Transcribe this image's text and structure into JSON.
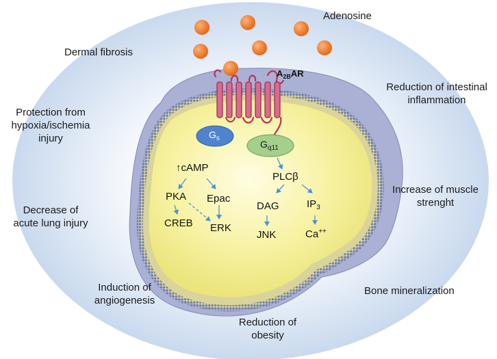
{
  "ligand": "Adenosine",
  "receptor": {
    "main": "A",
    "sub": "2B",
    "suffix": "AR"
  },
  "g_proteins": {
    "gs": {
      "main": "G",
      "sub": "s"
    },
    "gq": {
      "main": "G",
      "sub": "q11"
    }
  },
  "pathway": {
    "camp": "↑cAMP",
    "pka": "PKA",
    "epac": "Epac",
    "creb": "CREB",
    "erk": "ERK",
    "plc": "PLCβ",
    "dag": "DAG",
    "ip3": {
      "main": "IP",
      "sub": "3"
    },
    "jnk": "JNK",
    "ca": {
      "main": "Ca",
      "sup": "++"
    }
  },
  "effects": {
    "dermal_fibrosis": "Dermal fibrosis",
    "hypoxia": [
      "Protection from",
      "hypoxia/ischemia",
      "injury"
    ],
    "lung": [
      "Decrease of",
      "acute lung injury"
    ],
    "angiogenesis": [
      "Induction of",
      "angiogenesis"
    ],
    "obesity": [
      "Reduction of",
      "obesity"
    ],
    "bone": "Bone mineralization",
    "muscle": [
      "Increase of muscle",
      "strenght"
    ],
    "intestinal": [
      "Reduction of intestinal",
      "inflammation"
    ]
  },
  "colors": {
    "halo_center": "#ffffff",
    "halo_edge": "#c9d9ee",
    "cytoplasm": "#f4ef8c",
    "membrane": "#c7c98a",
    "cell_surface": "#a9b0d3",
    "adenosine": "#ef7d2c",
    "receptor": "#c0385f",
    "gs": "#4f83cf",
    "gq": "#97c67f",
    "arrow": "#4a92d6"
  }
}
